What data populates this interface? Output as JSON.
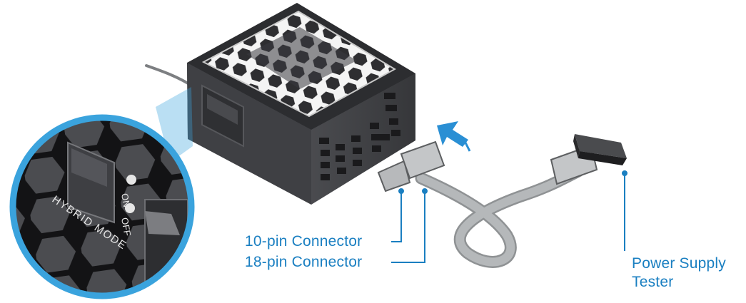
{
  "callouts": {
    "pin10": "10-pin Connector",
    "pin18": "18-pin Connector",
    "tester_line1": "Power Supply",
    "tester_line2": "Tester"
  },
  "switch_labels": {
    "on": "ON",
    "off": "OFF",
    "mode": "HYBRID MODE"
  },
  "icons": [
    "power-supply-unit-illustration",
    "zoom-magnifier-circle",
    "hybrid-mode-switch",
    "insert-direction-arrow",
    "adapter-cable",
    "power-supply-tester-connector",
    "ac-power-cord"
  ],
  "colors": {
    "callout": "#1a7fc1",
    "psu_body": "#3e3e42",
    "cable": "#a4a7a9",
    "arrow": "#2a8fd4",
    "ring": "#3aa3dd"
  }
}
